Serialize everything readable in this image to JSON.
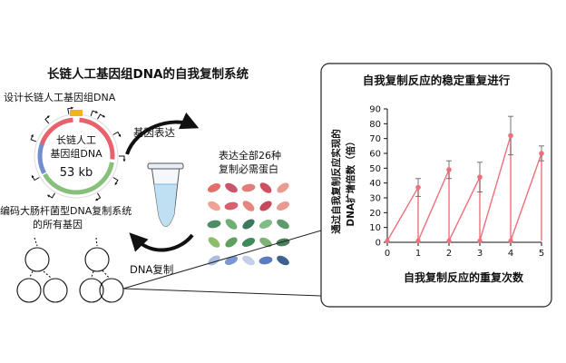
{
  "left": {
    "title": "长链人工基因组DNA的自我复制系统",
    "design_label": "设计长链人工基因组DNA",
    "genome_label_line1": "长链人工",
    "genome_label_line2": "基因组DNA",
    "genome_size": "53 kb",
    "encode_line1": "编码大肠杆菌型DNA复制系统",
    "encode_line2": "的所有基因"
  },
  "cycle": {
    "expression_label": "基因表达",
    "proteins_line1": "表达全部26种",
    "proteins_line2": "复制必需蛋白",
    "replication_label": "DNA复制"
  },
  "colors": {
    "ring_red": "#e8616b",
    "ring_green": "#86c07c",
    "ring_blue": "#6f8fd0",
    "marker": "#f0b323",
    "line": "#ee6f7b",
    "box_border": "#222222"
  },
  "chart_data": {
    "type": "line",
    "title": "自我复制反应的稳定重复进行",
    "xlabel": "自我复制反应的重复次数",
    "ylabel_line1": "通过自我复制反应实现的",
    "ylabel_line2": "DNA扩增倍数（倍）",
    "xlim": [
      0,
      5
    ],
    "ylim": [
      0,
      90
    ],
    "xticks": [
      0,
      1,
      2,
      3,
      4,
      5
    ],
    "yticks": [
      0,
      10,
      20,
      30,
      40,
      50,
      60,
      70,
      80,
      90
    ],
    "segments": [
      {
        "x": [
          0,
          1
        ],
        "y": [
          1,
          37
        ]
      },
      {
        "x": [
          1,
          2
        ],
        "y": [
          1,
          49
        ]
      },
      {
        "x": [
          2,
          3
        ],
        "y": [
          1,
          44
        ]
      },
      {
        "x": [
          3,
          4
        ],
        "y": [
          1,
          72
        ]
      },
      {
        "x": [
          4,
          5
        ],
        "y": [
          1,
          60
        ]
      }
    ],
    "peaks": [
      {
        "x": 1,
        "y": 37,
        "err": 6
      },
      {
        "x": 2,
        "y": 49,
        "err": 6
      },
      {
        "x": 3,
        "y": 44,
        "err": 10
      },
      {
        "x": 4,
        "y": 72,
        "err": 13
      },
      {
        "x": 5,
        "y": 60,
        "err": 5
      }
    ]
  }
}
